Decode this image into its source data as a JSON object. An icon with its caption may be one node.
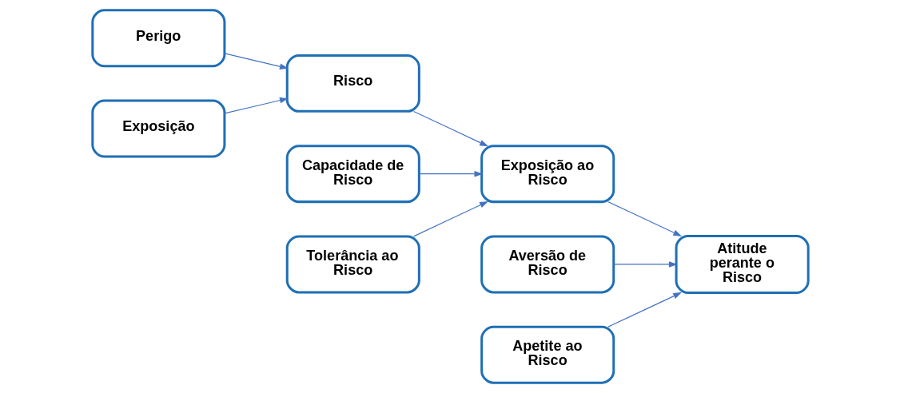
{
  "diagram": {
    "nodes": [
      {
        "text": [
          "Perigo"
        ]
      },
      {
        "text": [
          "Exposição"
        ]
      },
      {
        "text": [
          "Risco"
        ]
      },
      {
        "text": [
          "Capacidade de Risco"
        ]
      },
      {
        "text": [
          "Tolerância ao Risco"
        ]
      },
      {
        "text": [
          "Exposição ao Risco"
        ]
      },
      {
        "text": [
          "Atitude perante o Risco"
        ]
      },
      {
        "text": [
          "Aversão de Risco"
        ]
      },
      {
        "text": [
          "Apetite ao Risco"
        ]
      }
    ],
    "edges": [
      {
        "from": 0,
        "to": 2,
        "arrow": "to"
      },
      {
        "from": 1,
        "to": 2,
        "arrow": "to"
      },
      {
        "from": 2,
        "to": 5,
        "arrow": "to"
      },
      {
        "from": 3,
        "to": 5,
        "arrow": "to"
      },
      {
        "from": 4,
        "to": 5,
        "arrow": "to"
      },
      {
        "from": 5,
        "to": 6,
        "arrow": "to"
      },
      {
        "from": 7,
        "to": 6,
        "arrow": "to"
      },
      {
        "from": 8,
        "to": 6,
        "arrow": "to"
      }
    ]
  }
}
